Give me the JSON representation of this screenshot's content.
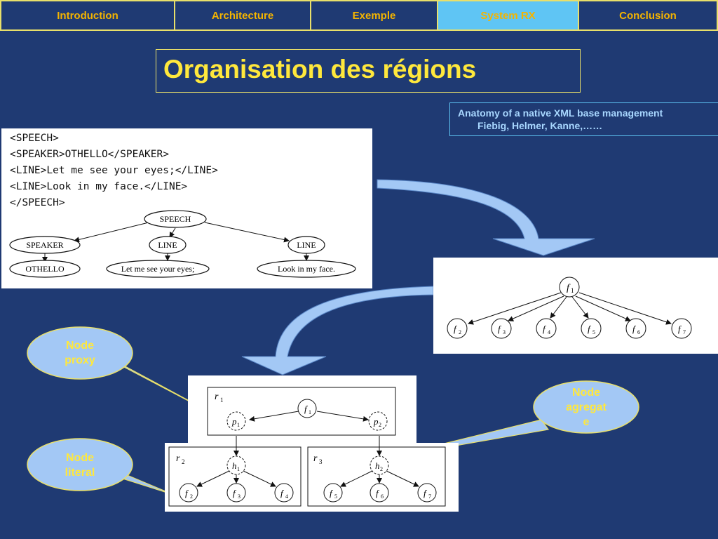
{
  "nav": {
    "items": [
      {
        "label": "Introduction",
        "active": false
      },
      {
        "label": "Architecture",
        "active": false
      },
      {
        "label": "Exemple",
        "active": false
      },
      {
        "label": "System RX",
        "active": true
      },
      {
        "label": "Conclusion",
        "active": false
      }
    ]
  },
  "title": "Organisation des régions",
  "reference": {
    "line1": "Anatomy of a native XML base management",
    "line2": "Fiebig, Helmer, Kanne,……"
  },
  "xml_snippet": [
    "<SPEECH>",
    "<SPEAKER>OTHELLO</SPEAKER>",
    "<LINE>Let me see your eyes;</LINE>",
    "<LINE>Look in my face.</LINE>",
    "</SPEECH>"
  ],
  "xml_tree": {
    "root": "SPEECH",
    "children": [
      "SPEAKER",
      "LINE",
      "LINE"
    ],
    "leaves": [
      "OTHELLO",
      "Let me see your eyes;",
      "Look in my face."
    ]
  },
  "flat_tree": {
    "root": "f",
    "root_sub": "1",
    "children": [
      {
        "label": "f",
        "sub": "2"
      },
      {
        "label": "f",
        "sub": "3"
      },
      {
        "label": "f",
        "sub": "4"
      },
      {
        "label": "f",
        "sub": "5"
      },
      {
        "label": "f",
        "sub": "6"
      },
      {
        "label": "f",
        "sub": "7"
      }
    ]
  },
  "regions": {
    "r1": {
      "label": "r",
      "sub": "1"
    },
    "r2": {
      "label": "r",
      "sub": "2"
    },
    "r3": {
      "label": "r",
      "sub": "3"
    },
    "f1": {
      "label": "f",
      "sub": "1"
    },
    "p1": {
      "label": "p",
      "sub": "1"
    },
    "p2": {
      "label": "p",
      "sub": "2"
    },
    "h1": {
      "label": "h",
      "sub": "1"
    },
    "h2": {
      "label": "h",
      "sub": "2"
    },
    "r2_children": [
      {
        "label": "f",
        "sub": "2"
      },
      {
        "label": "f",
        "sub": "3"
      },
      {
        "label": "f",
        "sub": "4"
      }
    ],
    "r3_children": [
      {
        "label": "f",
        "sub": "5"
      },
      {
        "label": "f",
        "sub": "6"
      },
      {
        "label": "f",
        "sub": "7"
      }
    ]
  },
  "callouts": {
    "proxy": {
      "line1": "Node",
      "line2": "proxy"
    },
    "agregate": {
      "line1": "Node",
      "line2": "agregat",
      "line3": "e"
    },
    "literal": {
      "line1": "Node",
      "line2": "literal"
    }
  },
  "colors": {
    "background": "#1f3a73",
    "nav_border": "#e8df6a",
    "nav_text": "#f4b400",
    "nav_active_bg": "#5fc5f4",
    "title": "#ffe83c",
    "reference_text": "#a8d7ff",
    "arrow_fill": "#a3c8f5",
    "callout_fill": "#a3c8f5"
  }
}
